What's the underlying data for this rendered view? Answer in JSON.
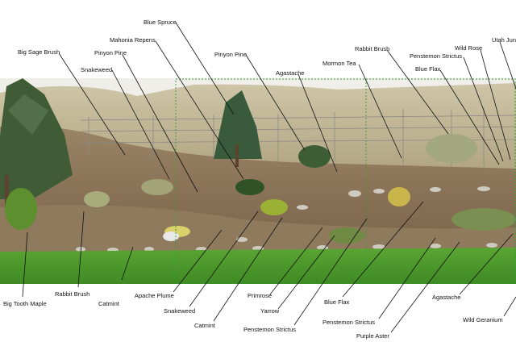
{
  "labels": {
    "blue_spruce": "Blue Spruce",
    "mahonia_repens": "Mahonia Repens",
    "big_sage_brush": "Big Sage Brush",
    "pinyon_pine_left": "Pinyon Pine",
    "snakeweed_top": "Snakeweed",
    "pinyon_pine_mid": "Pinyon Pine",
    "agastache_top": "Agastache",
    "mormon_tea": "Mormon Tea",
    "rabbit_brush_top": "Rabbit Brush",
    "penstemon_strictus_top": "Penstemon Strictus",
    "blue_flax_top": "Blue Flax",
    "wild_rose": "Wild Rose",
    "utah_juniper": "Utah Juniper",
    "big_tooth_maple": "Big Tooth Maple",
    "rabbit_brush_bottom": "Rabbit Brush",
    "catmint_left": "Catmint",
    "apache_plume": "Apache Plume",
    "snakeweed_bottom": "Snakeweed",
    "catmint_bottom": "Catmint",
    "primrose": "Primrose",
    "yarrow": "Yarrow",
    "penstemon_strictus_bottom1": "Penstemon Strictus",
    "blue_flax_bottom": "Blue Flax",
    "penstemon_strictus_bottom2": "Penstemon Strictus",
    "purple_aster": "Purple Aster",
    "agastache_bottom": "Agastache",
    "wild_geranium": "Wild Geranium"
  },
  "colors": {
    "sky": "#f2f2ee",
    "hillside": "#b9ad8c",
    "soil": "#8a7358",
    "lawn": "#4f9a2e",
    "conifer": "#3d5a38",
    "shrub": "#9aa07c",
    "guide": "#2e9e2e"
  }
}
